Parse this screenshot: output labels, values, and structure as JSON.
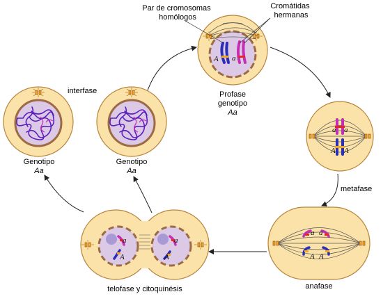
{
  "labels": {
    "homologs": "Par de cromosomas\nhomólogos",
    "sisters": "Cromátidas\nhermanas",
    "interphase": "interfase",
    "prophase": "Profase",
    "genotype_lower": "genotipo",
    "genotype": "Genotipo",
    "genotype_value": "Aa",
    "metaphase": "metafase",
    "anaphase": "anafase",
    "telophase": "telofase y citoquinésis"
  },
  "alleles": {
    "dominant": "A",
    "recessive": "a"
  },
  "colors": {
    "cytoplasm": "#fbe2a9",
    "cell_outline": "#b8843e",
    "nucleus": "#dcc9e6",
    "nuclear_membrane": "#9c6a45",
    "chromatin": "#5a1fbf",
    "chromosome_blue": "#2b2fb8",
    "chromosome_magenta": "#c42fb4",
    "band_red": "#e3262b",
    "band_orange": "#f4a81d",
    "arrow": "#222222"
  }
}
